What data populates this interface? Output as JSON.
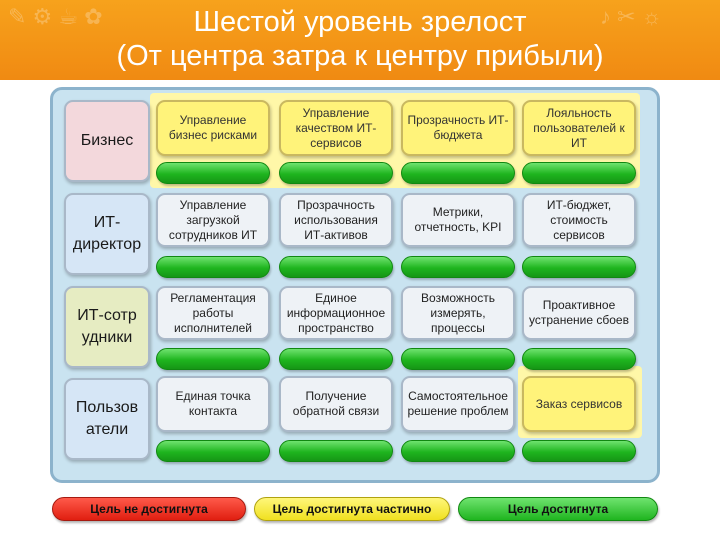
{
  "title": {
    "line1": "Шестой уровень зрелост",
    "line2": "(От центра затра к центру прибыли)"
  },
  "rows": [
    {
      "label": "Бизнес",
      "cells": [
        "Управление бизнес рисками",
        "Управление качеством ИТ-сервисов",
        "Прозрачность ИТ-бюджета",
        "Лояльность пользователей к ИТ"
      ]
    },
    {
      "label": "ИТ-директор",
      "cells": [
        "Управление загрузкой сотрудников ИТ",
        "Прозрачность использования ИТ-активов",
        "Метрики, отчетность, KPI",
        "ИТ-бюджет, стоимость сервисов"
      ]
    },
    {
      "label": "ИТ-сотрудники",
      "cells": [
        "Регламентация работы исполнителей",
        "Единое информационное пространство",
        "Возможность измерять, процессы",
        "Проактивное устранение сбоев"
      ]
    },
    {
      "label": "Пользователи",
      "cells": [
        "Единая точка контакта",
        "Получение обратной связи",
        "Самостоятельное решение проблем",
        "Заказ сервисов"
      ]
    }
  ],
  "legend": {
    "red": "Цель не достигнута",
    "yellow": "Цель достигнута частично",
    "green": "Цель достигнута"
  },
  "colors": {
    "header": "#f39a18",
    "frame": "#c9e3f0",
    "highlight_yellow": "#fff37a",
    "goal_reached_green": "#1fb51f",
    "goal_not_reached_red": "#e01e10",
    "goal_partial_yellow": "#f0e020"
  }
}
